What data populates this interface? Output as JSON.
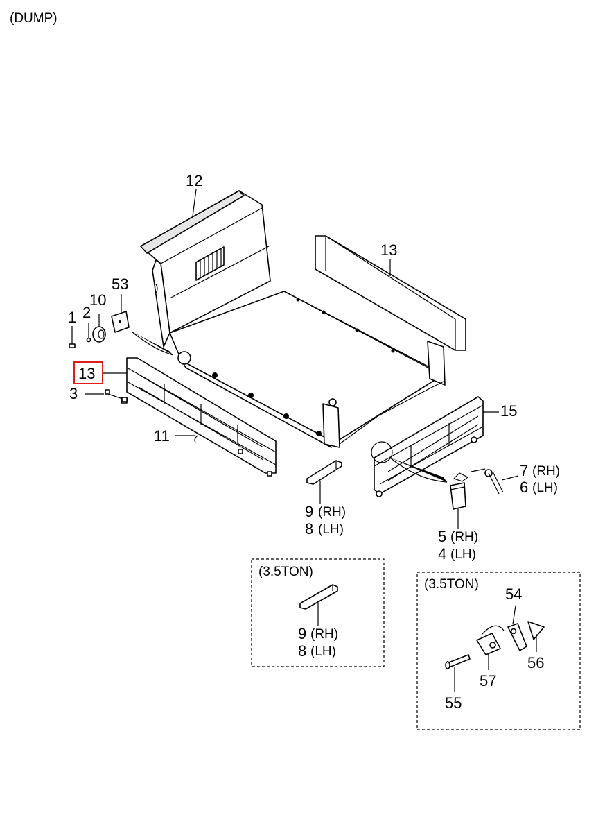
{
  "diagram": {
    "title": "(DUMP)",
    "callouts": {
      "c1": "1",
      "c2": "2",
      "c10": "10",
      "c53": "53",
      "c12": "12",
      "c13_top": "13",
      "c13_left": "13",
      "c3": "3",
      "c11": "11",
      "c15": "15",
      "c7": "7",
      "c7_side": "(RH)",
      "c6": "6",
      "c6_side": "(LH)",
      "c9": "9",
      "c9_side": "(RH)",
      "c8": "8",
      "c8_side": "(LH)",
      "c5": "5",
      "c5_side": "(RH)",
      "c4": "4",
      "c4_side": "(LH)"
    },
    "inset_left": {
      "title": "(3.5TON)",
      "c9": "9",
      "c9_side": "(RH)",
      "c8": "8",
      "c8_side": "(LH)"
    },
    "inset_right": {
      "title": "(3.5TON)",
      "c54": "54",
      "c56": "56",
      "c57": "57",
      "c55": "55"
    },
    "highlight_color": "#e01b1b"
  }
}
